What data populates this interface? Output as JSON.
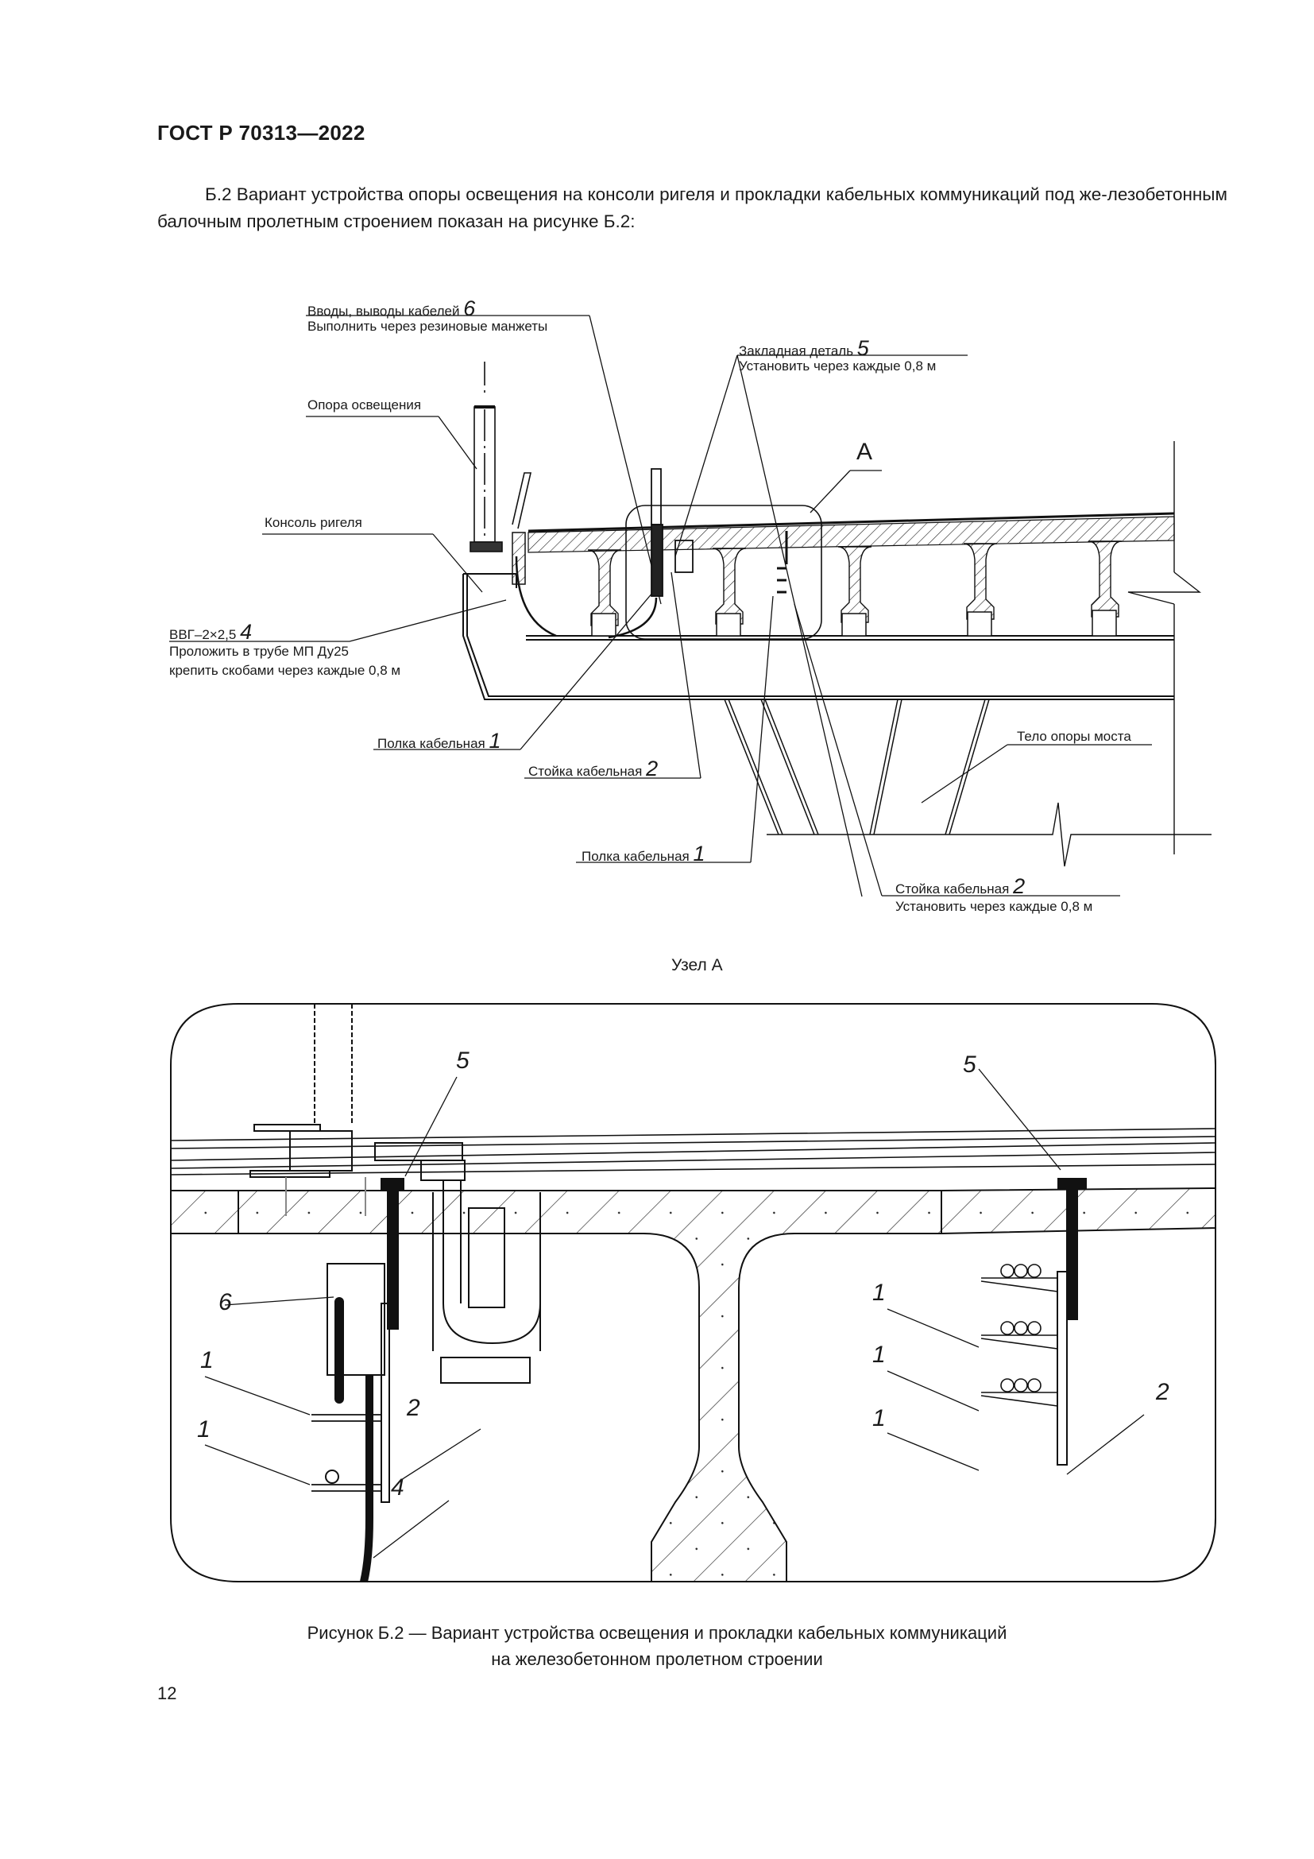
{
  "header": {
    "doc_id": "ГОСТ Р 70313—2022"
  },
  "paragraph": {
    "text": "Б.2  Вариант устройства опоры освещения на консоли ригеля и прокладки кабельных коммуникаций под же-лезобетонным балочным пролетным строением показан на рисунке Б.2:"
  },
  "figure_main": {
    "callouts": [
      {
        "title": "Вводы, выводы кабелей",
        "number": "6",
        "note": "Выполнить через резиновые манжеты"
      },
      {
        "title": "Закладная деталь",
        "number": "5",
        "note": "Установить через каждые 0,8 м"
      },
      {
        "title": "Опора освещения"
      },
      {
        "title": "Консоль ригеля"
      },
      {
        "title": "ВВГ–2×2,5",
        "number": "4",
        "note": "Проложить в трубе МП Ду25",
        "note2": "крепить скобами через каждые 0,8 м"
      },
      {
        "title": "Полка кабельная",
        "number": "1"
      },
      {
        "title": "Стойка кабельная",
        "number": "2"
      },
      {
        "title": "Тело опоры моста"
      },
      {
        "title": "Полка кабельная",
        "number": "1"
      },
      {
        "title": "Стойка кабельная",
        "number": "2",
        "note": "Установить через каждые 0,8 м"
      }
    ],
    "detail_marker": "А"
  },
  "figure_detail": {
    "title": "Узел А",
    "positions": {
      "embedded_left": "5",
      "embedded_right": "5",
      "cable_entry": "6",
      "shelf_left_1": "1",
      "shelf_left_2": "1",
      "rack_left": "2",
      "cable": "4",
      "shelf_right_1": "1",
      "shelf_right_2": "1",
      "shelf_right_3": "1",
      "rack_right": "2"
    }
  },
  "caption": {
    "line1": "Рисунок Б.2 — Вариант устройства освещения и прокладки кабельных коммуникаций",
    "line2": "на железобетонном пролетном строении"
  },
  "footer": {
    "page_number": "12"
  }
}
